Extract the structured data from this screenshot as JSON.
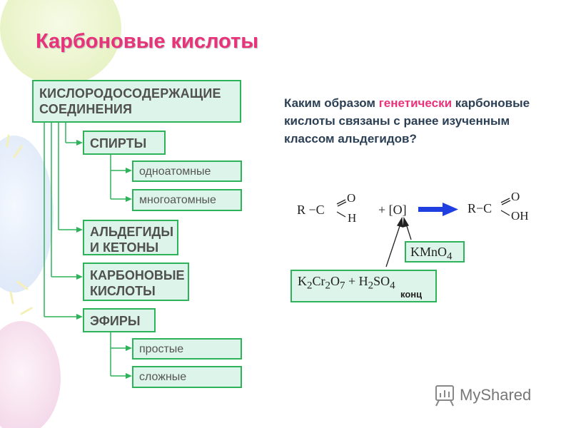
{
  "title": "Карбоновые кислоты",
  "tree": {
    "root": [
      "КИСЛОРОДОСОДЕРЖАЩИЕ",
      "СОЕДИНЕНИЯ"
    ],
    "alcohols": "СПИРТЫ",
    "monohydric": "одноатомные",
    "polyhydric": "многоатомные",
    "aldehydes": [
      "АЛЬДЕГИДЫ",
      "И КЕТОНЫ"
    ],
    "acids": [
      "КАРБОНОВЫЕ",
      "КИСЛОТЫ"
    ],
    "ethers": "ЭФИРЫ",
    "simple": "простые",
    "complex": "сложные"
  },
  "question": {
    "part1": "Каким образом ",
    "highlight": "генетически",
    "part2": "карбоновые кислоты связаны с ранее изученным классом альдегидов?"
  },
  "reaction": {
    "left_r": "R −C",
    "left_o": "O",
    "left_h": "H",
    "oxidant": "+ [O]",
    "right_r": "R−C",
    "right_o": "O",
    "right_oh": "OH",
    "kmno4": "KMnO",
    "kmno4_sub": "4",
    "dichromate": {
      "k": "K",
      "k_sub": "2",
      "cr": "Cr",
      "cr_sub": "2",
      "o": "O",
      "o_sub": "7",
      "plus": " + H",
      "h_sub": "2",
      "so": "SO",
      "so_sub": "4",
      "note": "конц"
    }
  },
  "logo": "MyShared",
  "colors": {
    "title": "#e8337a",
    "box_border": "#2fb35a",
    "box_fill": "#ddf4ea",
    "arrow": "#1f3fe0"
  }
}
